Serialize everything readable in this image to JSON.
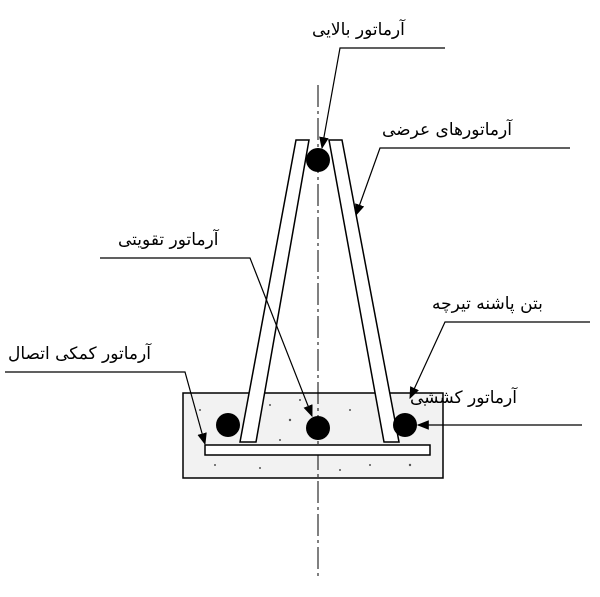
{
  "labels": {
    "top_rebar": "آرماتور بالایی",
    "transverse_rebars": "آرماتورهای عرضی",
    "reinforcing_rebar": "آرماتور تقویتی",
    "heel_concrete": "بتن پاشنه تیرچه",
    "connection_rebar": "آرماتور کمکی اتصال",
    "tension_rebar": "آرماتور کششی"
  },
  "colors": {
    "line": "#000000",
    "concrete": "#f2f2f2"
  }
}
